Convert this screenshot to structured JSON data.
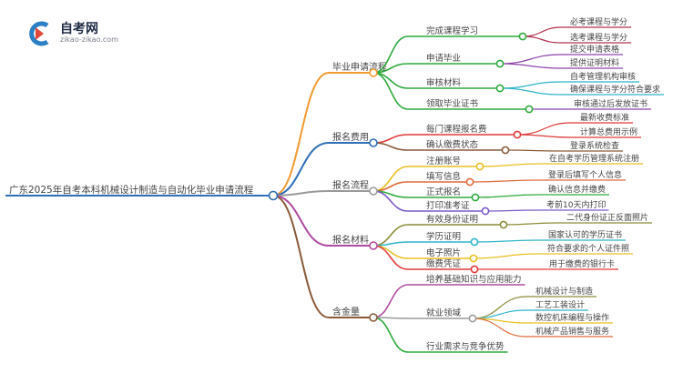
{
  "logo": {
    "name": "自考网",
    "url": "zikao-zikao.com",
    "icon": "zikao-logo-icon"
  },
  "mindmap": {
    "root": "广东2025年自考本科机械设计制造与自动化毕业申请流程",
    "branches": [
      {
        "label": "毕业申请流程",
        "color": "#f39a32",
        "children": [
          {
            "label": "完成课程学习",
            "color": "#2faa3c",
            "children": [
              {
                "label": "必考课程与学分",
                "color": "#b0304a"
              },
              {
                "label": "选考课程与学分",
                "color": "#b0304a"
              }
            ]
          },
          {
            "label": "申请毕业",
            "color": "#2faa3c",
            "children": [
              {
                "label": "提交申请表格",
                "color": "#8e44ad"
              },
              {
                "label": "提供证明材料",
                "color": "#8e44ad"
              }
            ]
          },
          {
            "label": "审核材料",
            "color": "#2faa3c",
            "children": [
              {
                "label": "自考管理机构审核",
                "color": "#2fb5c8"
              },
              {
                "label": "确保课程与学分符合要求",
                "color": "#2fb5c8"
              }
            ]
          },
          {
            "label": "领取毕业证书",
            "color": "#2faa3c",
            "children": [
              {
                "label": "审核通过后发放证书",
                "color": "#8e44ad"
              }
            ]
          }
        ]
      },
      {
        "label": "报名费用",
        "color": "#2e6fb7",
        "children": [
          {
            "label": "每门课程报名费",
            "color": "#e03a3a",
            "children": [
              {
                "label": "最新收费标准",
                "color": "#e03a3a"
              },
              {
                "label": "计算总费用示例",
                "color": "#e03a3a"
              }
            ]
          },
          {
            "label": "确认缴费状态",
            "color": "#8a5a3a",
            "children": [
              {
                "label": "登录系统检查",
                "color": "#8a5a3a"
              }
            ]
          }
        ]
      },
      {
        "label": "报名流程",
        "color": "#9a9a9a",
        "children": [
          {
            "label": "注册账号",
            "color": "#e8c020",
            "children": [
              {
                "label": "在自考学历管理系统注册",
                "color": "#e8c020"
              }
            ]
          },
          {
            "label": "填写信息",
            "color": "#e06a3a",
            "children": [
              {
                "label": "登录后填写个人信息",
                "color": "#e06a3a"
              }
            ]
          },
          {
            "label": "正式报名",
            "color": "#2faa3c",
            "children": [
              {
                "label": "确认信息并缴费",
                "color": "#2faa3c"
              }
            ]
          },
          {
            "label": "打印准考证",
            "color": "#7a5ac8",
            "children": [
              {
                "label": "考前10天内打印",
                "color": "#7a5ac8"
              }
            ]
          }
        ]
      },
      {
        "label": "报名材料",
        "color": "#b04aa0",
        "children": [
          {
            "label": "有效身份证明",
            "color": "#8c8c3a",
            "children": [
              {
                "label": "二代身份证正反面照片",
                "color": "#8c8c3a"
              }
            ]
          },
          {
            "label": "学历证明",
            "color": "#2fb5c8",
            "children": [
              {
                "label": "国家认可的学历证书",
                "color": "#2fb5c8"
              }
            ]
          },
          {
            "label": "电子照片",
            "color": "#e8c020",
            "children": [
              {
                "label": "符合要求的个人证件照",
                "color": "#e8c020"
              }
            ]
          },
          {
            "label": "缴费凭证",
            "color": "#e03a3a",
            "children": [
              {
                "label": "用于缴费的银行卡",
                "color": "#e03a3a"
              }
            ]
          }
        ]
      },
      {
        "label": "含金量",
        "color": "#8a5a3a",
        "children": [
          {
            "label": "培养基础知识与应用能力",
            "color": "#b04aa0",
            "children": []
          },
          {
            "label": "就业领域",
            "color": "#9a9a9a",
            "children": [
              {
                "label": "机械设计与制造",
                "color": "#8c8c3a"
              },
              {
                "label": "工艺工装设计",
                "color": "#2fb5c8"
              },
              {
                "label": "数控机床编程与操作",
                "color": "#e8c020"
              },
              {
                "label": "机械产品销售与服务",
                "color": "#e06a3a"
              }
            ]
          },
          {
            "label": "行业需求与竞争优势",
            "color": "#2faa3c",
            "children": []
          }
        ]
      }
    ]
  }
}
